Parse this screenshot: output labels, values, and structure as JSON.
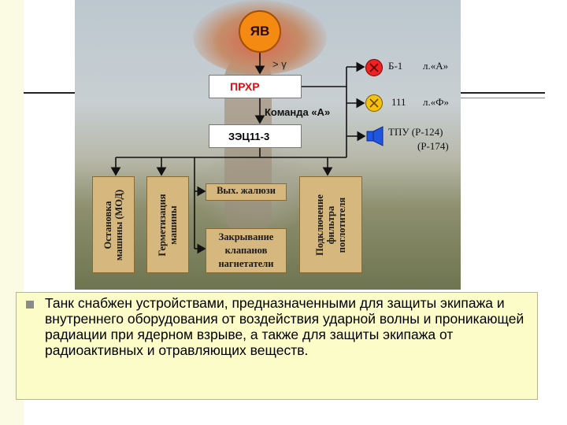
{
  "diagram": {
    "source_node": "ЯВ",
    "arrow_label": "> γ",
    "prhr_node": "ПРХР",
    "command_label": "Команда «А»",
    "zec_node": "ЗЭЦ11-3",
    "actions": {
      "stop_machine": [
        "Остановка",
        "машины (МОД)"
      ],
      "seal_machine": [
        "Герметизация",
        "машины"
      ],
      "exhaust_louvers": "Вых. жалюзи",
      "close_valves": [
        "Закрывание",
        "клапанов",
        "нагнетатели"
      ],
      "filter": [
        "Подключение",
        "фильтра",
        "поглотителя"
      ]
    },
    "indicators": {
      "b1_label": "Б-1",
      "b1_lamp": "л.«А»",
      "p111_label": "111",
      "p111_lamp": "л.«Ф»",
      "tpu_label": "ТПУ (Р-124)",
      "tpu_label2": "(Р-174)"
    },
    "colors": {
      "source_node": "#f58a12",
      "action_box": "#d6b77e",
      "alarm_lamp": "#ee2222",
      "filter_lamp": "#f4c20d",
      "speaker": "#2255dd",
      "bullet_box": "#fcfcc8"
    }
  },
  "bullet_text": "Танк снабжен устройствами, предназначенными для защиты экипажа и внутреннего оборудования от воздействия ударной волны и проникающей радиации при ядерном взрыве, а также для защиты экипажа от радиоактивных и отравляющих веществ."
}
